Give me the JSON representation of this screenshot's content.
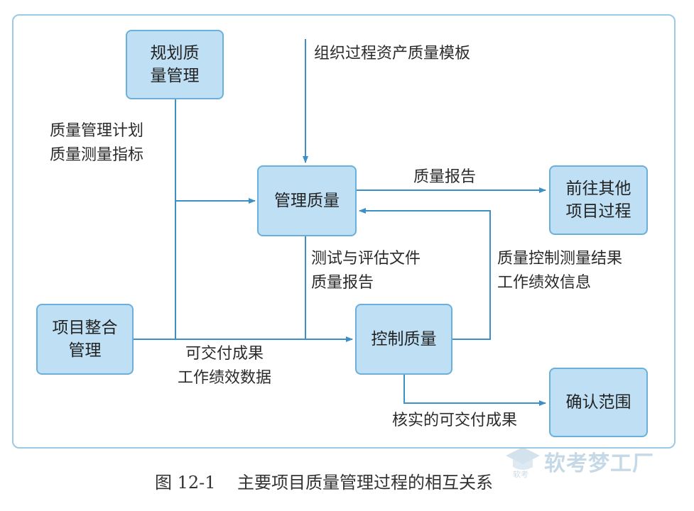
{
  "nodes": {
    "plan_quality": "规划质\n量管理",
    "manage_quality": "管理质量",
    "integration": "项目整合\n管理",
    "control_quality": "控制质量",
    "other_processes": "前往其他\n项目过程",
    "validate_scope": "确认范围"
  },
  "labels": {
    "plan_outputs": "质量管理计划\n质量测量指标",
    "opa": "组织过程资产质量模板",
    "quality_reports_out": "质量报告",
    "test_docs": "测试与评估文件\n质量报告",
    "control_results": "质量控制测量结果\n工作绩效信息",
    "deliverables": "可交付成果\n工作绩效数据",
    "verified_deliverables": "核实的可交付成果"
  },
  "caption": "图 12-1    主要项目质量管理过程的相互关系",
  "watermark": {
    "text": "软考梦工厂",
    "logo_text": "软考"
  },
  "colors": {
    "node_fill": "#bfe0f4",
    "node_border": "#6ab0da",
    "arrow": "#3d8fc8",
    "frame": "#9cc9e4"
  }
}
